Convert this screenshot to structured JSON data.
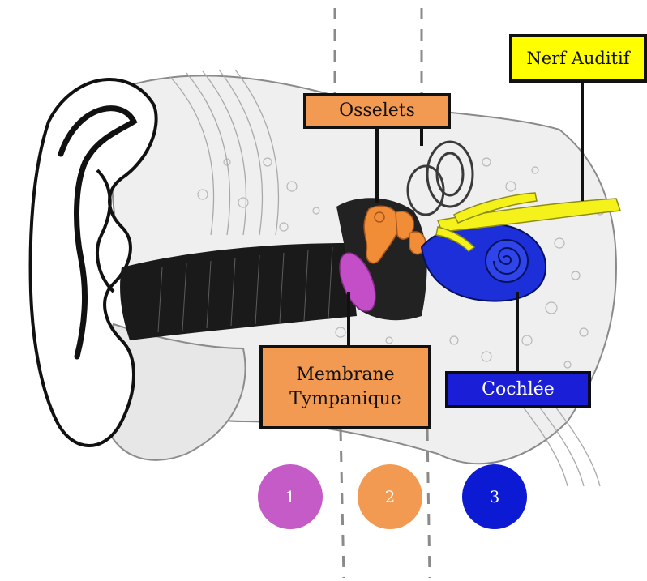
{
  "labels": {
    "osselets": "Osselets",
    "nerf_auditif": "Nerf Auditif",
    "membrane_line1": "Membrane",
    "membrane_line2": "Tympanique",
    "cochlee": "Cochlée"
  },
  "zones": [
    {
      "number": "1",
      "color": "#c55bc6"
    },
    {
      "number": "2",
      "color": "#f39a52"
    },
    {
      "number": "3",
      "color": "#0d1ad3"
    }
  ],
  "colors": {
    "membrane": "#c44ec8",
    "ossicles": "#f28d37",
    "nerve": "#f4f21a",
    "cochlea": "#1c2fd8",
    "canal": "#141414",
    "outline": "#2b2b2b"
  }
}
